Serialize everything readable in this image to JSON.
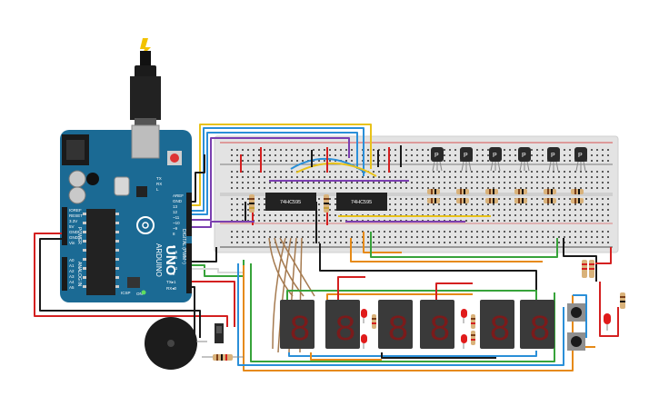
{
  "arduino": {
    "brand": "UNO",
    "vendor": "ARDUINO",
    "digital_label": "DIGITAL (PWM~)",
    "analog_label": "ANALOG IN",
    "power_label": "POWER",
    "top_pins": [
      "AREF",
      "GND",
      "13",
      "12",
      "~11",
      "~10",
      "~9",
      "8"
    ],
    "mid_pins": [
      "7",
      "~6",
      "~5",
      "4",
      "~3",
      "2",
      "TX▸1",
      "RX◂0"
    ],
    "power_pins": [
      "IOREF",
      "RESET",
      "3.3V",
      "5V",
      "GND",
      "GND",
      "Vin"
    ],
    "analog_pins": [
      "A0",
      "A1",
      "A2",
      "A3",
      "A4",
      "A5"
    ],
    "icsp": "ICSP",
    "tx": "TX",
    "rx": "RX",
    "l": "L",
    "on": "ON"
  },
  "chips": [
    {
      "label": "74HC595"
    },
    {
      "label": "74HC595"
    }
  ],
  "transistors": [
    "P",
    "P",
    "P",
    "P",
    "P",
    "P"
  ],
  "displays": [
    {
      "digit": "8"
    },
    {
      "digit": "8"
    },
    {
      "digit": "8"
    },
    {
      "digit": "8"
    },
    {
      "digit": "8"
    },
    {
      "digit": "8"
    }
  ],
  "colors": {
    "board": "#1b6a94",
    "breadboard": "#e3e3e3",
    "display": "#3a3a3a",
    "segment_off": "#6b1a1a",
    "wire_red": "#d42020",
    "wire_black": "#1a1a1a",
    "wire_yellow": "#e8c21a",
    "wire_blue": "#2a8fd8",
    "wire_purple": "#7b3fb0",
    "wire_orange": "#e68a17",
    "wire_green": "#37a33a",
    "wire_brown": "#a57a4f",
    "wire_white": "#d8d8d8"
  },
  "icons": [
    "usb-cable-icon",
    "power-jack-icon",
    "buzzer-icon",
    "slide-switch-icon",
    "push-button-icon",
    "led-icon",
    "resistor-icon"
  ]
}
